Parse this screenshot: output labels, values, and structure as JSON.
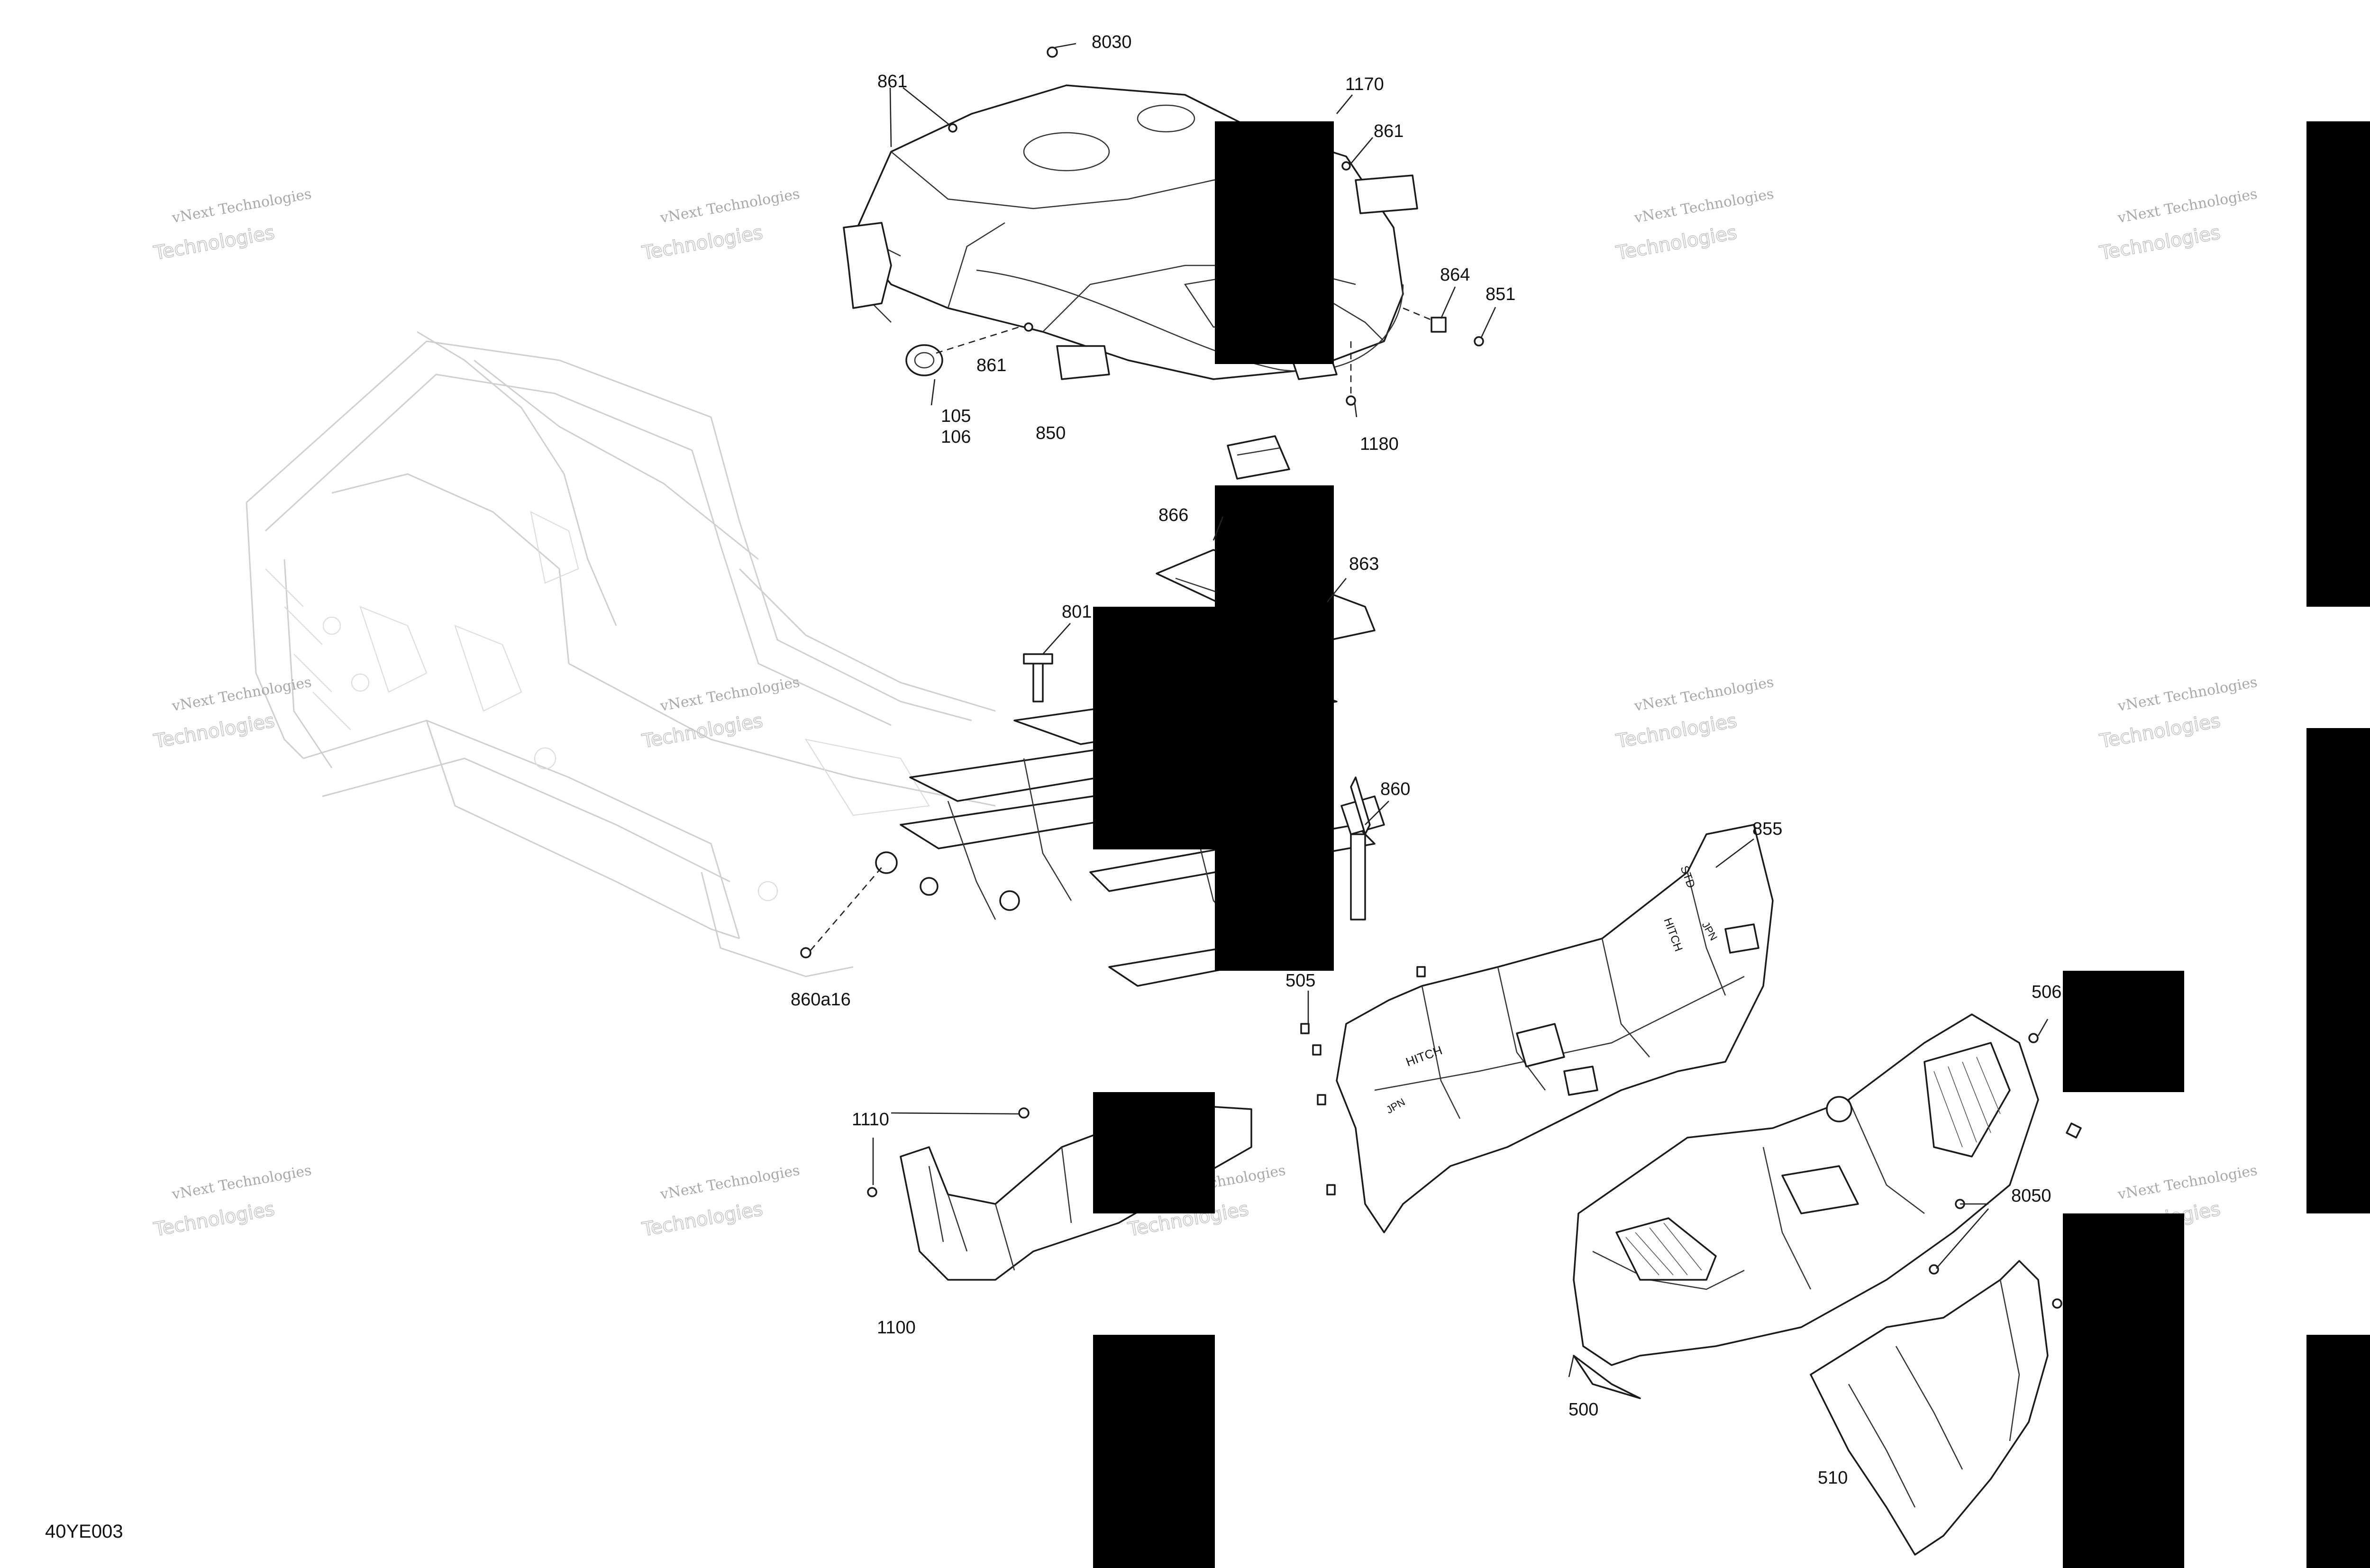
{
  "drawing_code": "40YE003",
  "watermark": {
    "line1": "vNext Technologies",
    "line2": "Technologies"
  },
  "callouts": {
    "p8030": "8030",
    "p861_a": "861",
    "p1170": "1170",
    "p861_b": "861",
    "p864": "864",
    "p851": "851",
    "p861_c": "861",
    "p105": "105",
    "p106": "106",
    "p850": "850",
    "p1180": "1180",
    "p866": "866",
    "p863": "863",
    "p801x": "801",
    "p860": "860",
    "p860a16": "860a16",
    "p855": "855",
    "p505": "505",
    "p506": "506",
    "p1110": "1110",
    "p1100": "1100",
    "p8050": "8050",
    "p500": "500",
    "p510": "510"
  },
  "part_texts": {
    "hitch_a": "HITCH",
    "hitch_b": "HITCH",
    "std": "STD",
    "jpn_a": "JPN",
    "jpn_b": "JPN"
  }
}
